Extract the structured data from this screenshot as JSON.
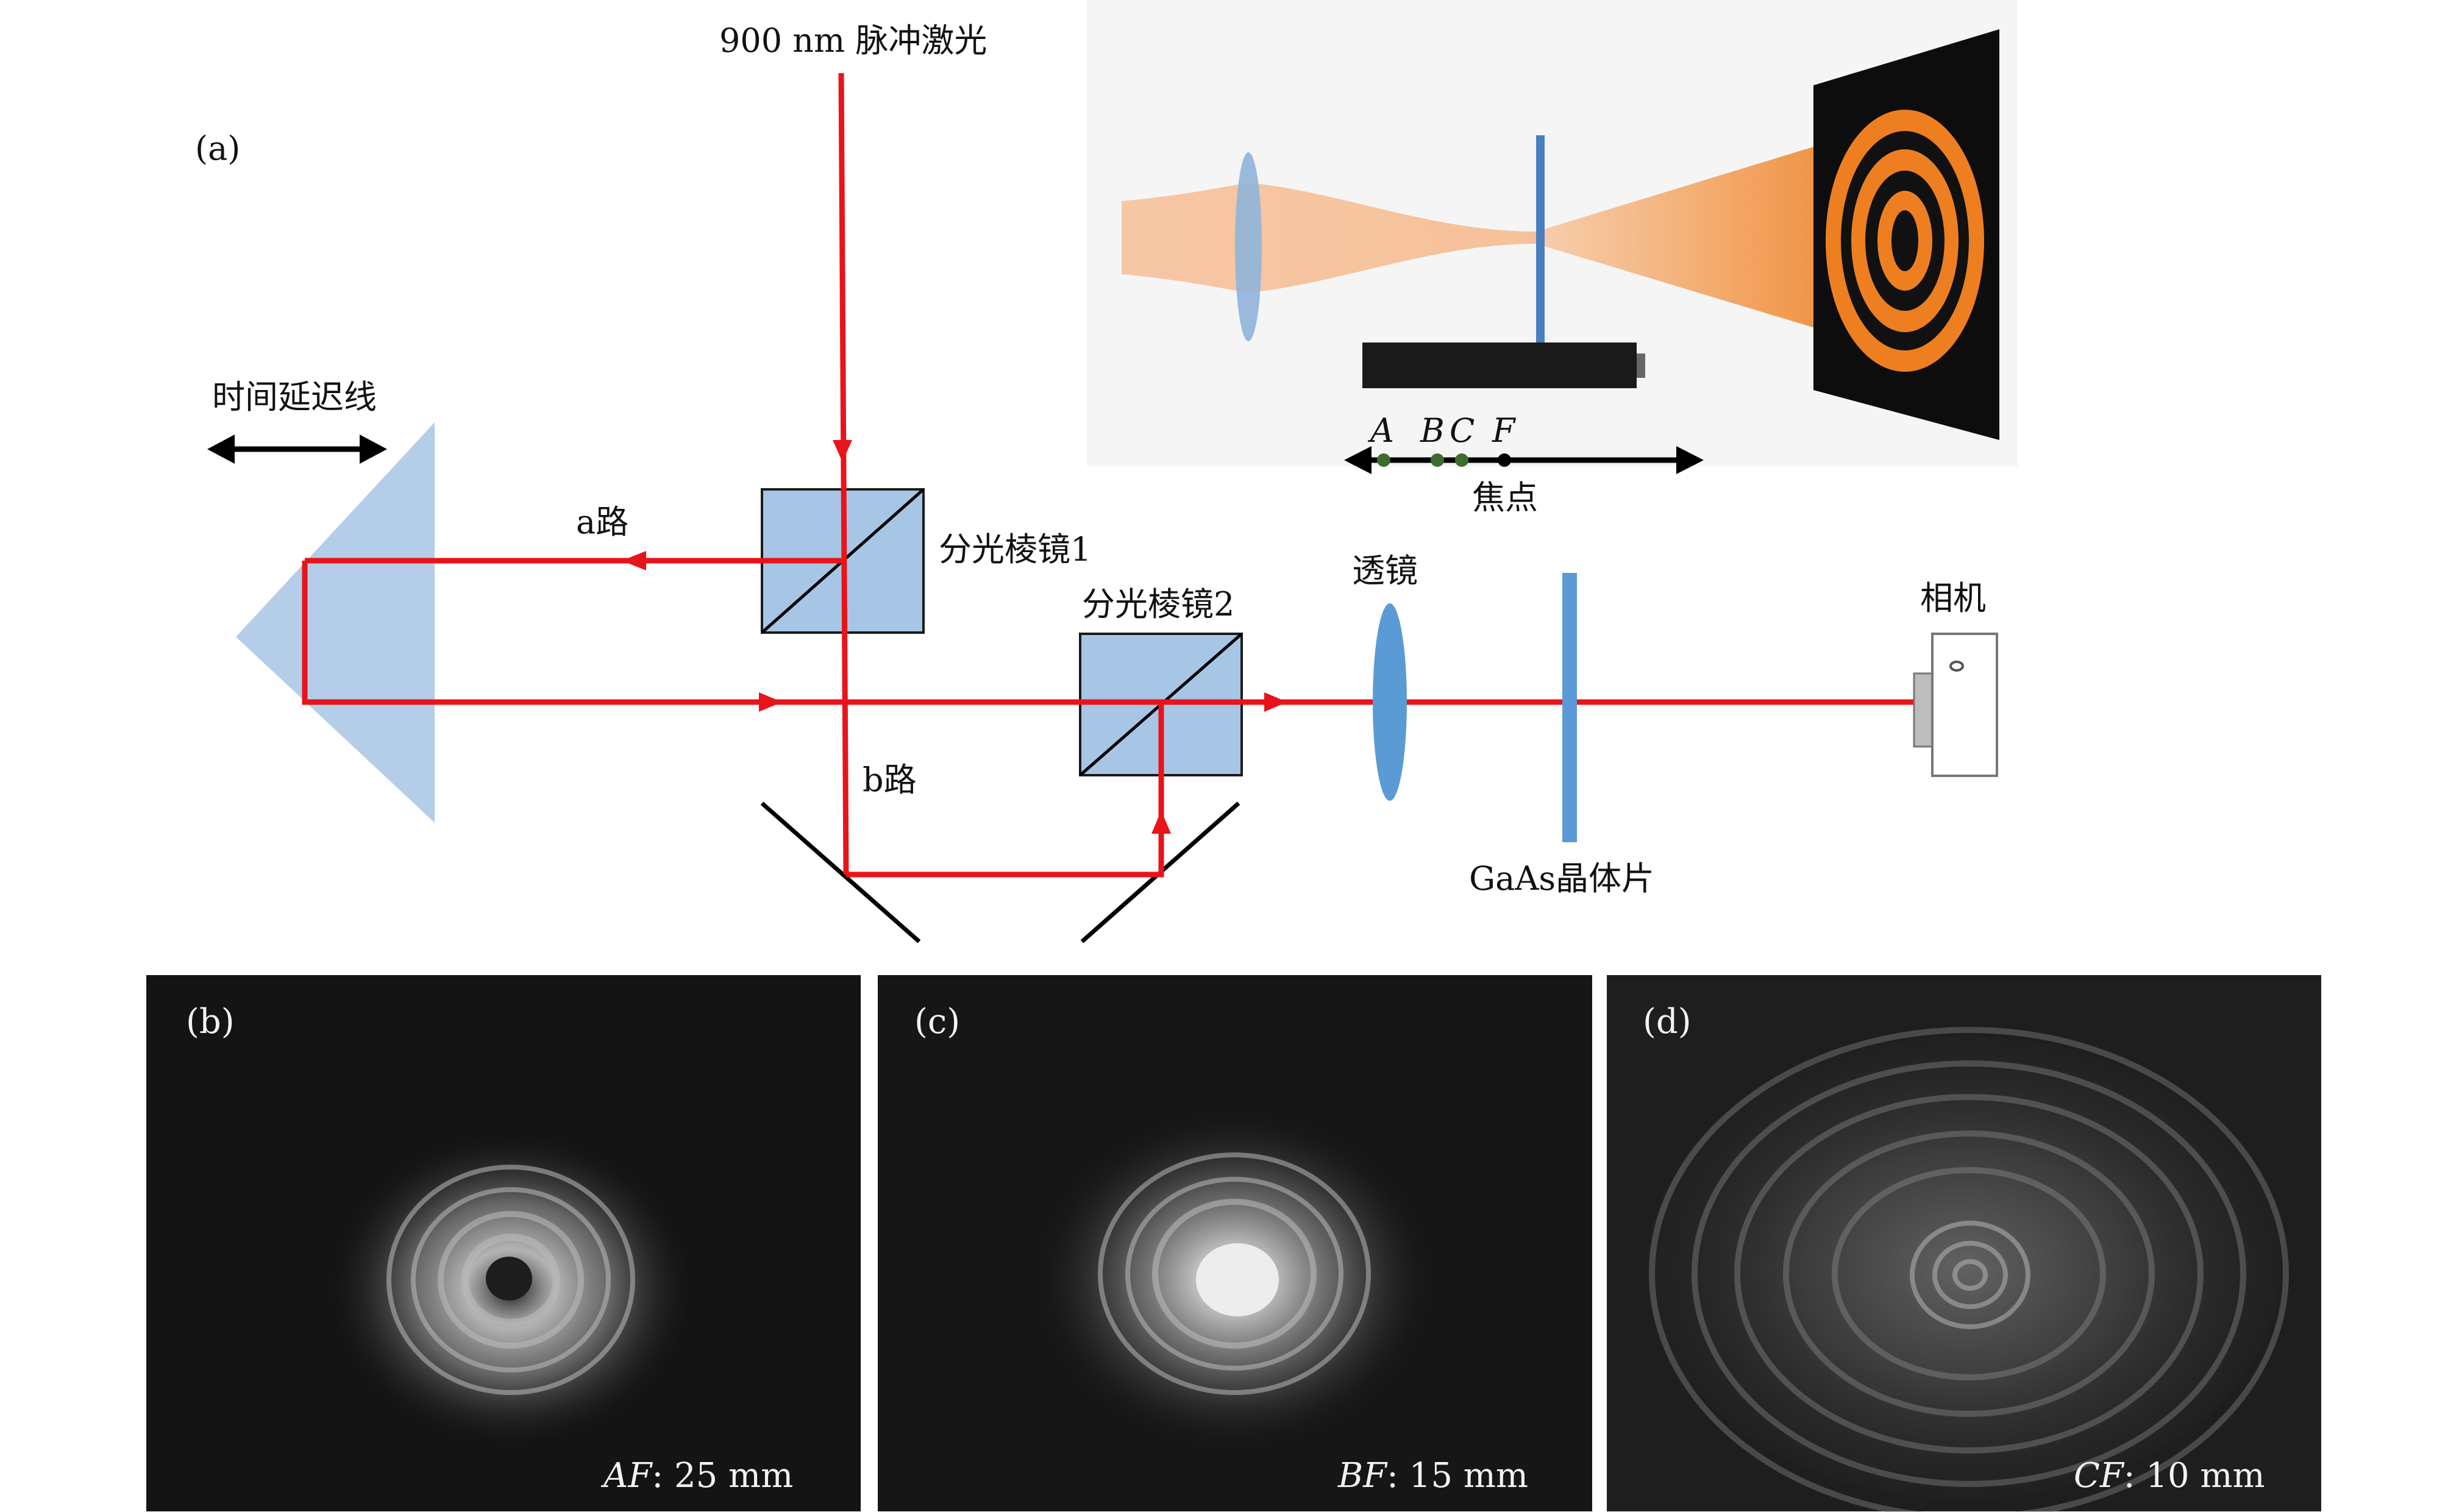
{
  "panel_a": {
    "tag": "(a)",
    "source_label": "900 nm 脉冲激光",
    "delay_line_label": "时间延迟线",
    "path_a_label": "a路",
    "path_b_label": "b路",
    "beam_splitter_1_label": "分光棱镜1",
    "beam_splitter_2_label": "分光棱镜2",
    "lens_label": "透镜",
    "crystal_label": "GaAs晶体片",
    "camera_label": "相机",
    "focus_label": "焦点",
    "points": {
      "a": "A",
      "b": "B",
      "c": "C",
      "f": "F"
    }
  },
  "photos": [
    {
      "tag": "(b)",
      "caption_ital": "AF",
      "caption_rest": ": 25 mm",
      "ring_brightness": 0.8,
      "center_dark": true
    },
    {
      "tag": "(c)",
      "caption_ital": "BF",
      "caption_rest": ": 15 mm",
      "ring_brightness": 0.75,
      "center_dark": false
    },
    {
      "tag": "(d)",
      "caption_ital": "CF",
      "caption_rest": ": 10 mm",
      "ring_brightness": 0.3,
      "center_dark": false
    }
  ],
  "colors": {
    "laser": "#e8141a",
    "prism": "#a7c6e6",
    "optic": "#5b9bd5",
    "orange": "#f08a2a",
    "camera_body": "#ffffff"
  }
}
